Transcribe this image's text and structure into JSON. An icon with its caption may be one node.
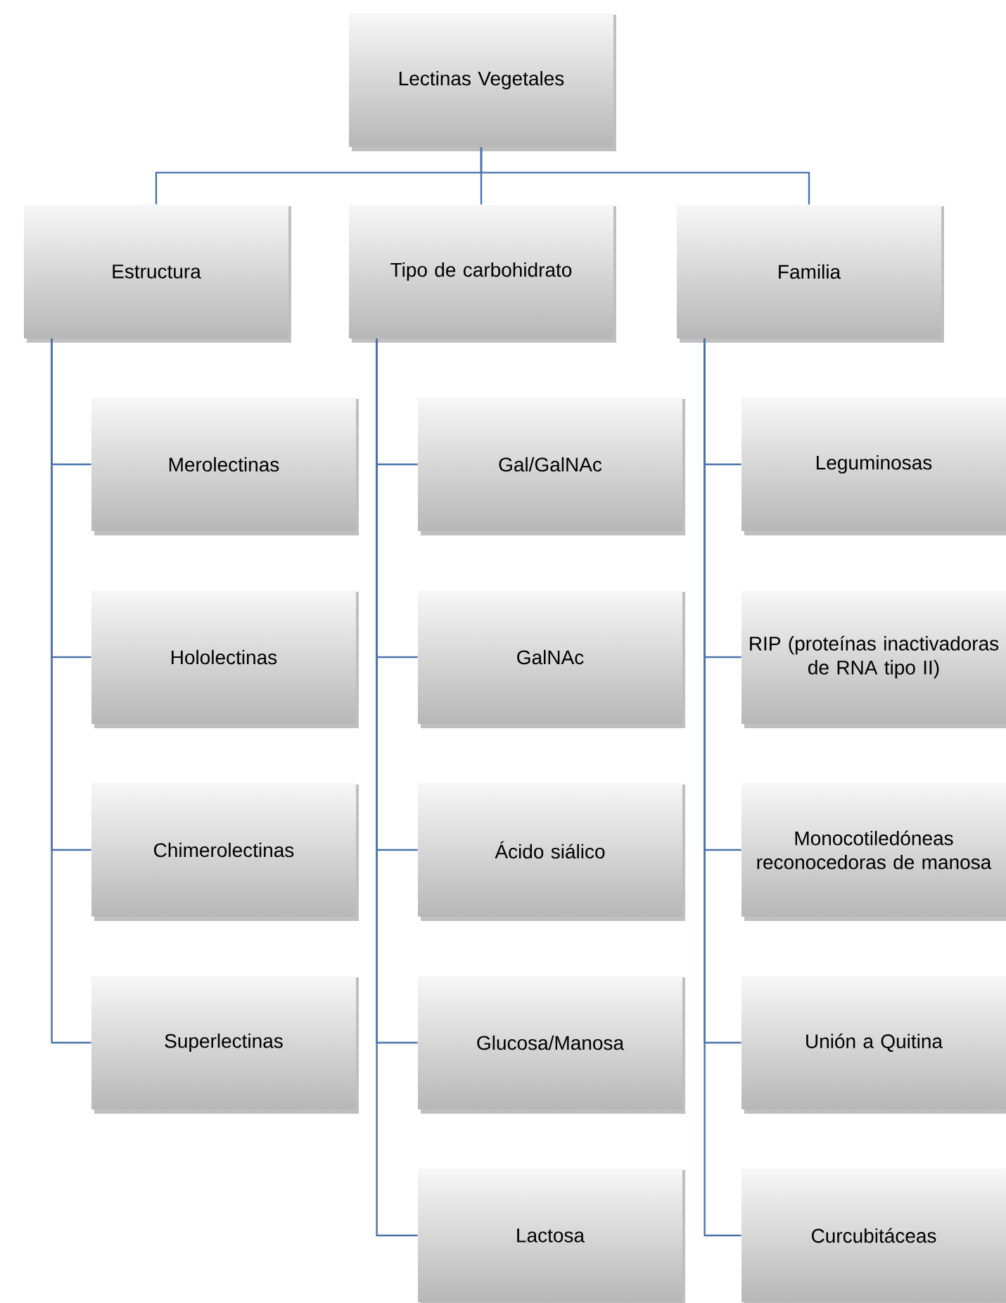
{
  "diagram": {
    "nodes": [
      {
        "text": [
          "Lectinas Vegetales"
        ]
      },
      {
        "text": [
          "Estructura"
        ]
      },
      {
        "text": [
          "Tipo de carbohidrato"
        ]
      },
      {
        "text": [
          "Familia"
        ]
      },
      {
        "text": [
          "Merolectinas"
        ]
      },
      {
        "text": [
          "Hololectinas"
        ]
      },
      {
        "text": [
          "Chimerolectinas"
        ]
      },
      {
        "text": [
          "Superlectinas"
        ]
      },
      {
        "text": [
          "Gal/GalNAc"
        ]
      },
      {
        "text": [
          "GalNAc"
        ]
      },
      {
        "text": [
          "Ácido siálico"
        ]
      },
      {
        "text": [
          "Glucosa/Manosa"
        ]
      },
      {
        "text": [
          "Lactosa"
        ]
      },
      {
        "text": [
          "Leguminosas"
        ]
      },
      {
        "text": [
          "RIP (proteínas inactivadoras de RNA tipo II)"
        ]
      },
      {
        "text": [
          "Monocotiledóneas reconocedoras de manosa"
        ]
      },
      {
        "text": [
          "Unión a Quitina"
        ]
      },
      {
        "text": [
          "Curcubitáceas"
        ]
      }
    ],
    "edges": [
      {
        "from": 0,
        "to": 1,
        "arrow": "none"
      },
      {
        "from": 0,
        "to": 2,
        "arrow": "none"
      },
      {
        "from": 0,
        "to": 3,
        "arrow": "none"
      },
      {
        "from": 1,
        "to": 4,
        "arrow": "none"
      },
      {
        "from": 1,
        "to": 5,
        "arrow": "none"
      },
      {
        "from": 1,
        "to": 6,
        "arrow": "none"
      },
      {
        "from": 1,
        "to": 7,
        "arrow": "none"
      },
      {
        "from": 2,
        "to": 8,
        "arrow": "none"
      },
      {
        "from": 2,
        "to": 9,
        "arrow": "none"
      },
      {
        "from": 2,
        "to": 10,
        "arrow": "none"
      },
      {
        "from": 2,
        "to": 11,
        "arrow": "none"
      },
      {
        "from": 2,
        "to": 12,
        "arrow": "none"
      },
      {
        "from": 3,
        "to": 13,
        "arrow": "none"
      },
      {
        "from": 3,
        "to": 14,
        "arrow": "none"
      },
      {
        "from": 3,
        "to": 15,
        "arrow": "none"
      },
      {
        "from": 3,
        "to": 16,
        "arrow": "none"
      },
      {
        "from": 3,
        "to": 17,
        "arrow": "none"
      }
    ]
  }
}
